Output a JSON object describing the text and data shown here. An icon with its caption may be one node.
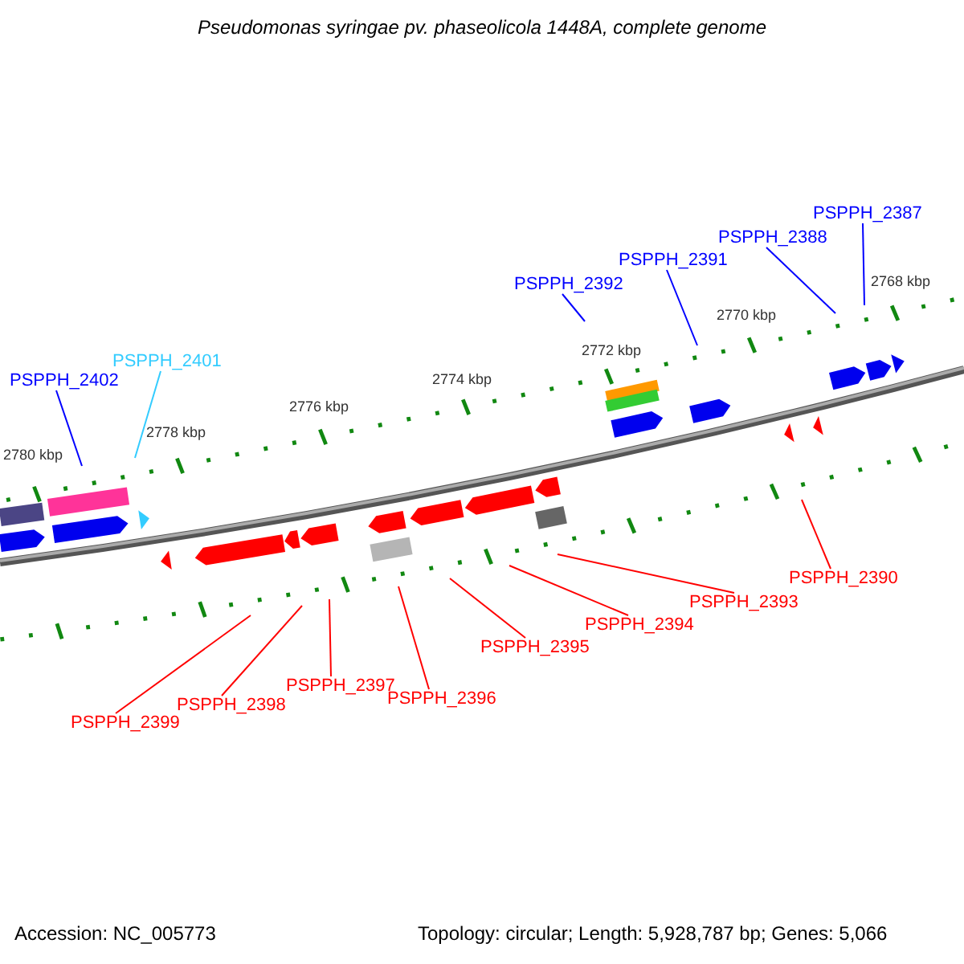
{
  "diagram": {
    "title": "Pseudomonas syringae pv. phaseolicola 1448A, complete genome",
    "nodes": [
      {
        "text": [
          "PSPPH_2387"
        ]
      },
      {
        "text": [
          "PSPPH_2388"
        ]
      },
      {
        "text": [
          "PSPPH_2391"
        ]
      },
      {
        "text": [
          "PSPPH_2392"
        ]
      },
      {
        "text": [
          "PSPPH_2401"
        ]
      },
      {
        "text": [
          "PSPPH_2402"
        ]
      },
      {
        "text": [
          "PSPPH_2390"
        ]
      },
      {
        "text": [
          "PSPPH_2393"
        ]
      },
      {
        "text": [
          "PSPPH_2394"
        ]
      },
      {
        "text": [
          "PSPPH_2395"
        ]
      },
      {
        "text": [
          "PSPPH_2397"
        ]
      },
      {
        "text": [
          "PSPPH_2396"
        ]
      },
      {
        "text": [
          "PSPPH_2398"
        ]
      },
      {
        "text": [
          "PSPPH_2399"
        ]
      }
    ],
    "edges": [
      {
        "from": 0,
        "to": null,
        "arrow": "none",
        "color": "#0000ff"
      },
      {
        "from": 1,
        "to": null,
        "arrow": "none",
        "color": "#0000ff"
      },
      {
        "from": 2,
        "to": null,
        "arrow": "none",
        "color": "#0000ff"
      },
      {
        "from": 3,
        "to": null,
        "arrow": "none",
        "color": "#0000ff"
      },
      {
        "from": 4,
        "to": null,
        "arrow": "none",
        "color": "#33ccff"
      },
      {
        "from": 5,
        "to": null,
        "arrow": "none",
        "color": "#0000ff"
      },
      {
        "from": 6,
        "to": null,
        "arrow": "none"
      },
      {
        "from": 7,
        "to": null,
        "arrow": "none"
      },
      {
        "from": 8,
        "to": null,
        "arrow": "none"
      },
      {
        "from": 9,
        "to": null,
        "arrow": "none"
      },
      {
        "from": 10,
        "to": null,
        "arrow": "none"
      },
      {
        "from": 11,
        "to": null,
        "arrow": "none"
      },
      {
        "from": 12,
        "to": null,
        "arrow": "none"
      },
      {
        "from": 13,
        "to": null,
        "arrow": "none"
      }
    ],
    "labels": [
      "2768 kbp",
      "2770 kbp",
      "2772 kbp",
      "2774 kbp",
      "2776 kbp",
      "2778 kbp",
      "2780 kbp",
      "Accession: NC_005773",
      "Topology: circular; Length: 5,928,787 bp; Genes: 5,066"
    ]
  }
}
